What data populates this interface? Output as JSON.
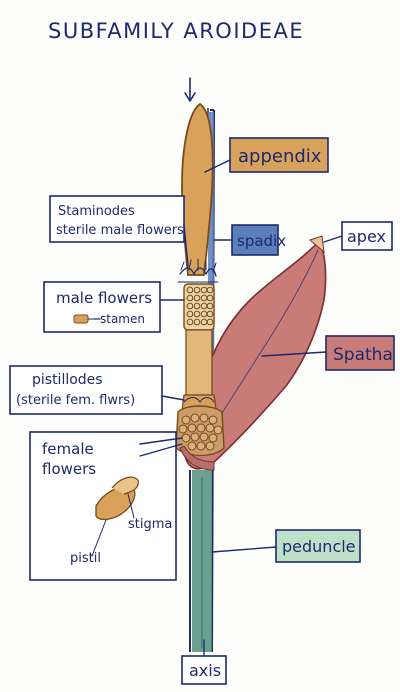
{
  "title": "SUBFAMILY AROIDEAE",
  "labels": {
    "appendix": "appendix",
    "spadix": "spadix",
    "apex": "apex",
    "spatha": "Spatha",
    "peduncle": "peduncle",
    "axis": "axis",
    "staminodes_1": "Staminodes",
    "staminodes_2": "sterile male flowers",
    "male_flowers": "male flowers",
    "stamen": "stamen",
    "pistillodes_1": "pistillodes",
    "pistillodes_2": "(sterile fem. flwrs)",
    "female_1": "female",
    "female_2": "flowers",
    "stigma": "stigma",
    "pistil": "pistil"
  },
  "colors": {
    "ink": "#1c2a6e",
    "appendix_fill": "#d9a25a",
    "spadix_fill": "#5b7fb8",
    "spatha_fill": "#c97b78",
    "peduncle_fill": "#4f8f7a",
    "apex_fill": "#e7c39a",
    "peduncle_label_fill": "#bfe0c8"
  }
}
